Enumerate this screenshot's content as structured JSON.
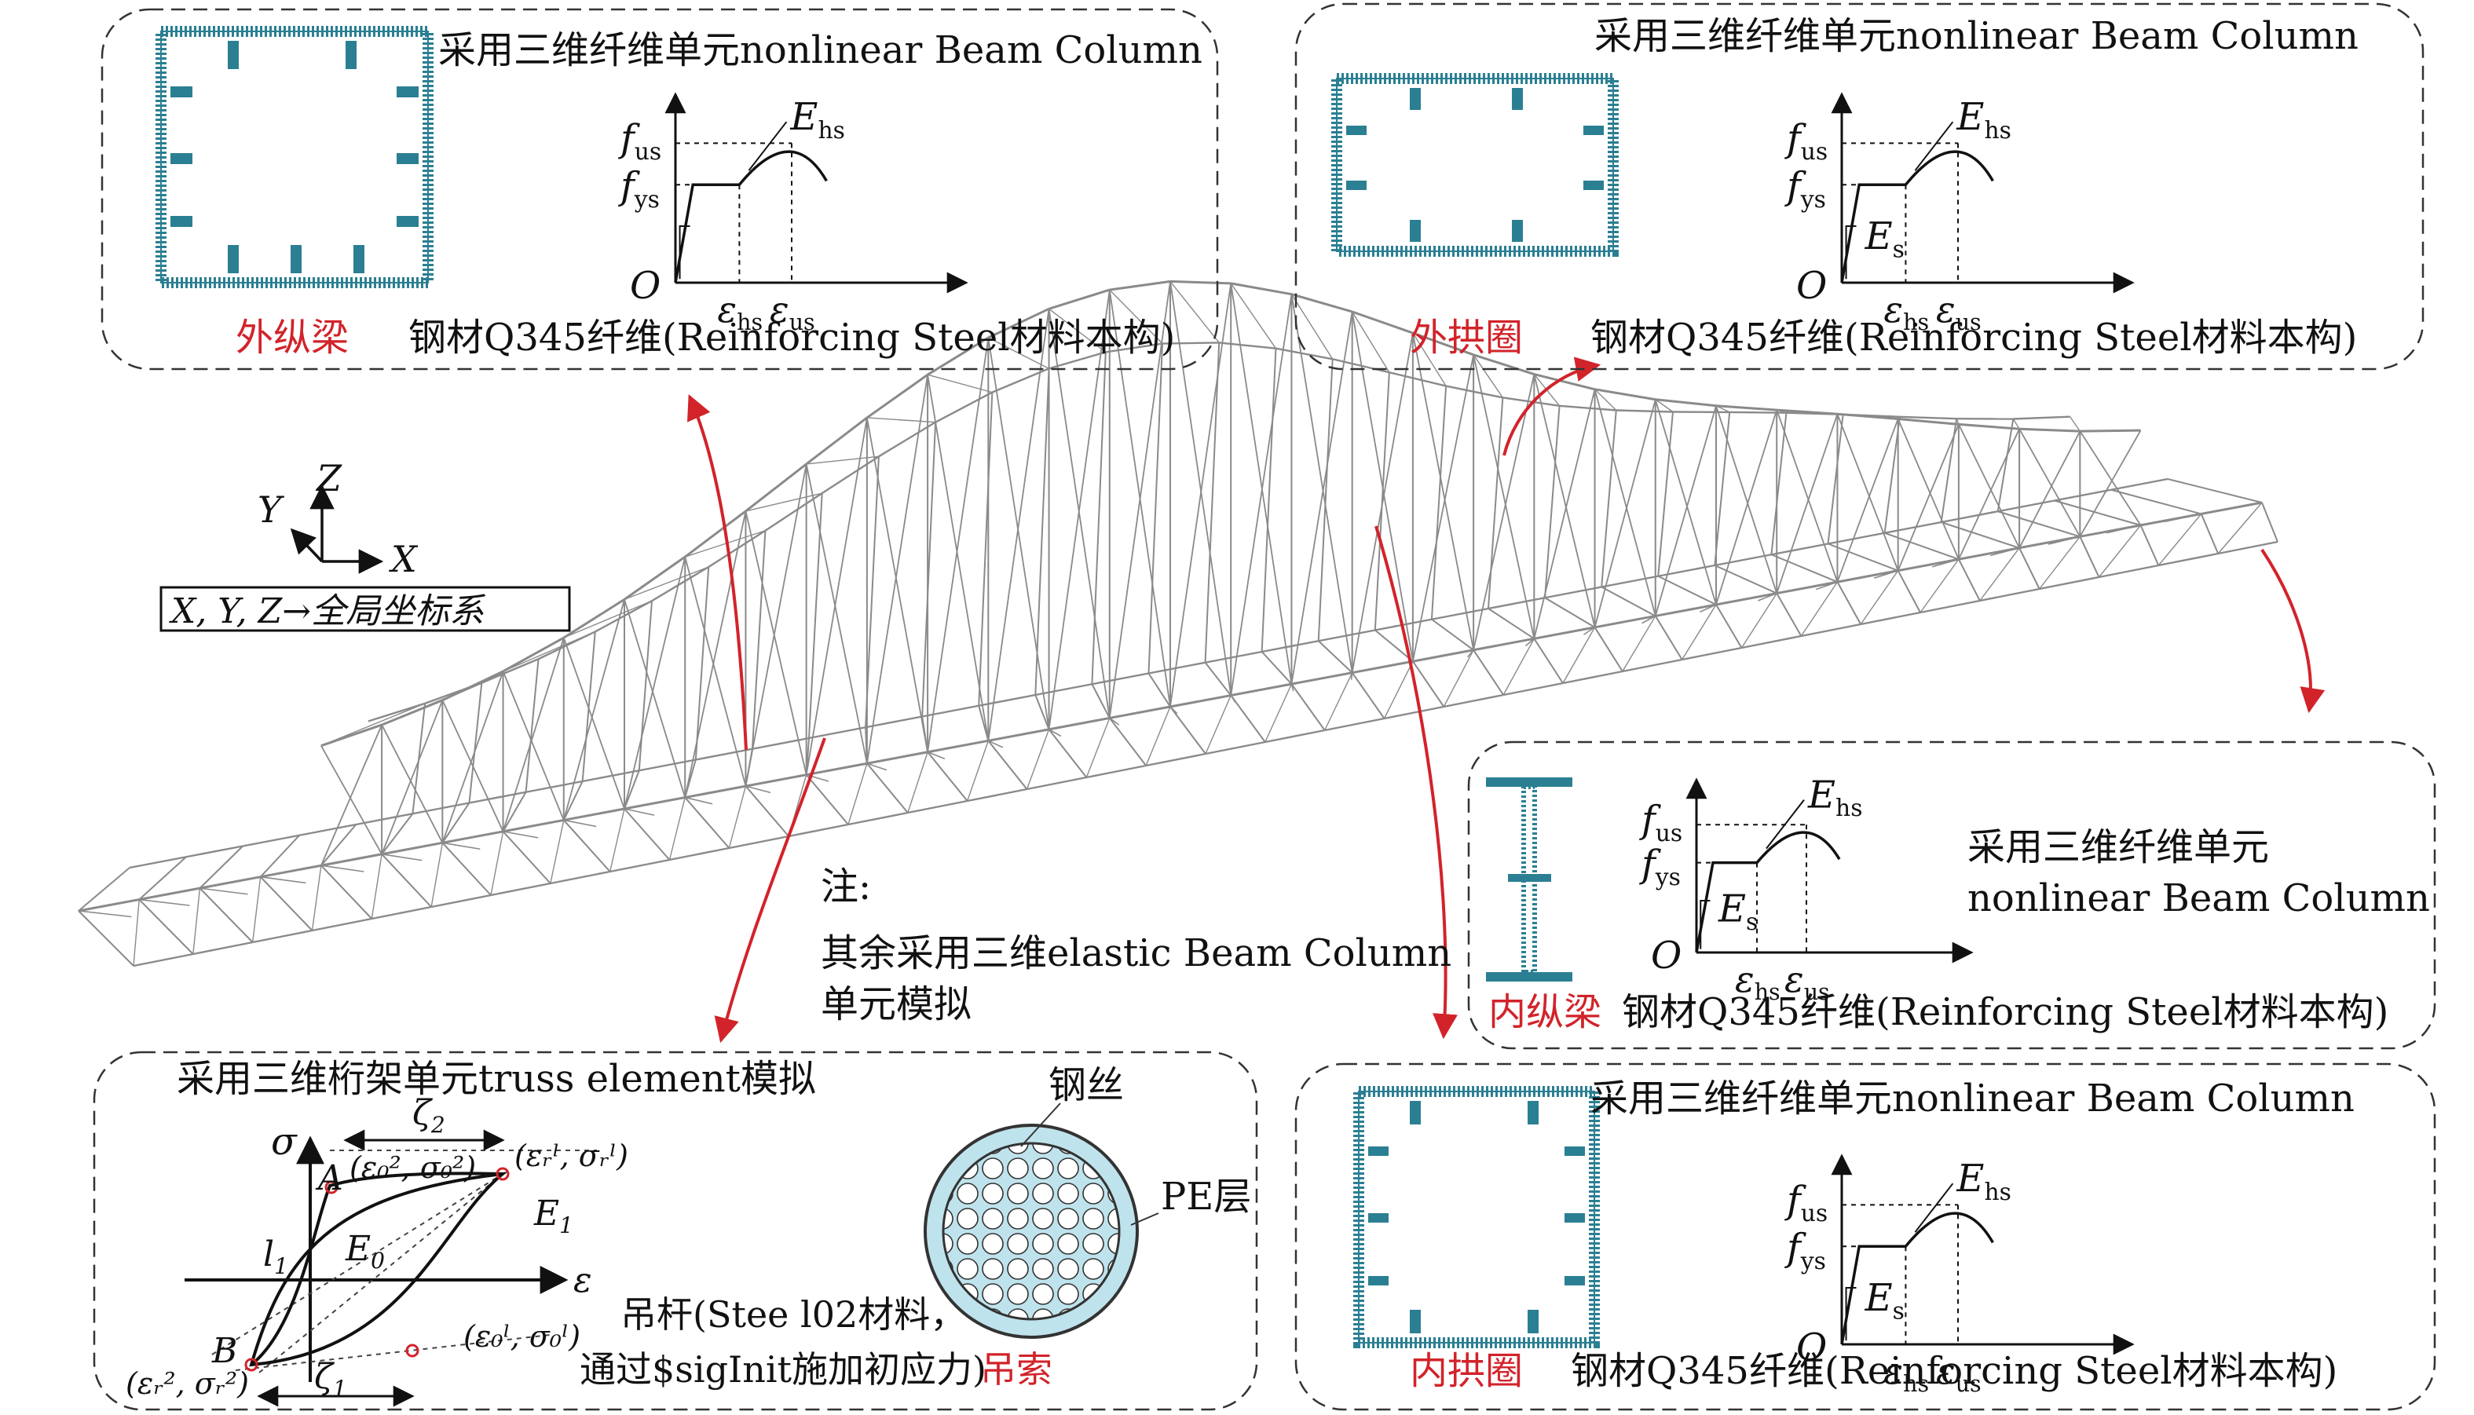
{
  "panels": {
    "outer_long_beam": {
      "element": "采用三维纤维单元nonlinear Beam Column",
      "name": "外纵梁",
      "material": "钢材Q345纤维(Reinforcing Steel材料本构)"
    },
    "outer_arch": {
      "element": "采用三维纤维单元nonlinear Beam Column",
      "name": "外拱圈",
      "material": "钢材Q345纤维(Reinforcing Steel材料本构)"
    },
    "inner_long_beam": {
      "element_line1": "采用三维纤维单元",
      "element_line2": "nonlinear Beam Column",
      "name": "内纵梁",
      "material": "钢材Q345纤维(Reinforcing Steel材料本构)"
    },
    "inner_arch": {
      "element": "采用三维纤维单元nonlinear Beam Column",
      "name": "内拱圈",
      "material": "钢材Q345纤维(Reinforcing Steel材料本构)"
    },
    "cable": {
      "element": "采用三维桁架单元truss element模拟",
      "wire_label": "钢丝",
      "pe_label": "PE层",
      "hanger_line1": "吊杆(Stee l02材料，",
      "hanger_line2": "通过$sigInit施加初应力)",
      "name": "吊索"
    }
  },
  "stress_strain": {
    "f_us": "f",
    "f_us_sub": "us",
    "f_ys": "f",
    "f_ys_sub": "ys",
    "E_hs": "E",
    "E_hs_sub": "hs",
    "E_s": "E",
    "E_s_sub": "s",
    "eps_hs": "ε",
    "eps_hs_sub": "hs",
    "eps_us": "ε",
    "eps_us_sub": "us",
    "origin": "O"
  },
  "hysteresis": {
    "sigma": "σ",
    "epsilon": "ε",
    "A": "A",
    "B": "B",
    "l1": "l",
    "l1_sub": "1",
    "E0": "E",
    "E0_sub": "0",
    "E1": "E",
    "E1_sub": "1",
    "zeta2": "ζ",
    "zeta2_sub": "2",
    "zeta1": "ζ",
    "zeta1_sub": "1",
    "pt_top_left": "(ε₀², σ₀²)",
    "pt_top_right": "(εᵣˡ, σᵣˡ)",
    "pt_bottom_right": "(ε₀ˡ, σ₀ˡ)",
    "pt_bottom_left": "(εᵣ², σᵣ²)"
  },
  "axes": {
    "x": "X",
    "y": "Y",
    "z": "Z",
    "caption": "X, Y, Z→全局坐标系"
  },
  "note": {
    "title": "注:",
    "line1": "其余采用三维elastic Beam Column",
    "line2": "单元模拟"
  },
  "colors": {
    "accent_red": "#d2232a",
    "line_gray": "#8a8a8a",
    "section_blue": "#2b7f92",
    "pe_fill": "#bfe3ec"
  }
}
